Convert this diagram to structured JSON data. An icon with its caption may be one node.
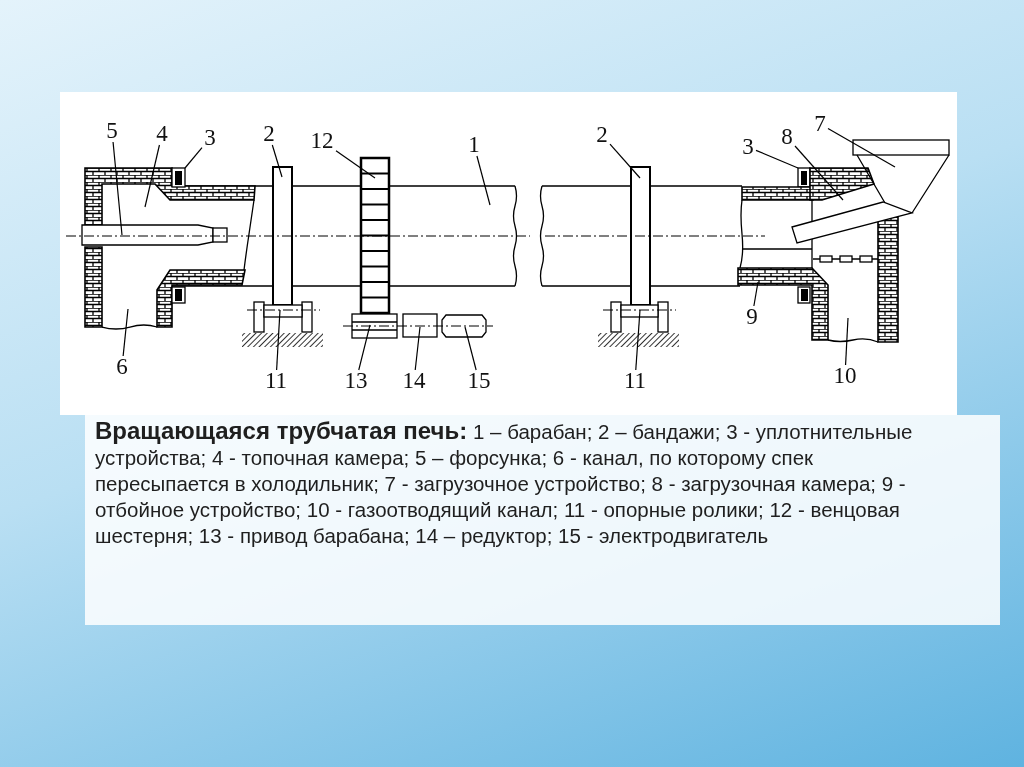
{
  "diagram": {
    "caption": "**Вращающаяся трубчатая печь:** 1 – барабан; 2 – бандажи; 3 - уплотнительные устройства; 4 - топочная камера; 5 – форсунка; 6 - канал, по которому спек пересыпается в холодильник; 7 - загрузочное устройство; 8 - загрузочная камера; 9 - отбойное устройство; 10 - газоотводящий канал; 11 - опорные ролики; 12 - венцовая шестерня; 13 - привод барабана; 14 – редуктор; 15 - электродвигатель",
    "nodes": [
      {
        "text": [
          "5"
        ]
      },
      {
        "text": [
          "4"
        ]
      },
      {
        "text": [
          "3"
        ]
      },
      {
        "text": [
          "2"
        ]
      },
      {
        "text": [
          "12"
        ]
      },
      {
        "text": [
          "1"
        ]
      },
      {
        "text": [
          "2"
        ]
      },
      {
        "text": [
          "3"
        ]
      },
      {
        "text": [
          "8"
        ]
      },
      {
        "text": [
          "7"
        ]
      },
      {
        "text": [
          "9"
        ]
      },
      {
        "text": [
          "6"
        ]
      },
      {
        "text": [
          "10"
        ]
      },
      {
        "text": [
          "11"
        ]
      },
      {
        "text": [
          "13"
        ]
      },
      {
        "text": [
          "14"
        ]
      },
      {
        "text": [
          "15"
        ]
      },
      {
        "text": [
          "11"
        ]
      },
      {
        "text": [],
        "shape": "box"
      },
      {
        "text": [],
        "shape": "box"
      }
    ],
    "edges": [
      {
        "from": 0,
        "to": null,
        "arrow": "none"
      },
      {
        "from": 1,
        "to": null,
        "arrow": "none"
      },
      {
        "from": 2,
        "to": 18,
        "arrow": "none"
      },
      {
        "from": 3,
        "to": null,
        "arrow": "none"
      },
      {
        "from": 4,
        "to": null,
        "arrow": "none"
      },
      {
        "from": 5,
        "to": null,
        "arrow": "none"
      },
      {
        "from": 6,
        "to": null,
        "arrow": "none"
      },
      {
        "from": 7,
        "to": 19,
        "arrow": "none"
      },
      {
        "from": 8,
        "to": null,
        "arrow": "none"
      },
      {
        "from": 9,
        "to": null,
        "arrow": "none"
      },
      {
        "from": 10,
        "to": null,
        "arrow": "none"
      },
      {
        "from": 11,
        "to": null,
        "arrow": "none"
      },
      {
        "from": 12,
        "to": null,
        "arrow": "none"
      },
      {
        "from": 13,
        "to": null,
        "arrow": "none"
      },
      {
        "from": 14,
        "to": null,
        "arrow": "none"
      },
      {
        "from": 15,
        "to": null,
        "arrow": "none"
      },
      {
        "from": 16,
        "to": null,
        "arrow": "none"
      },
      {
        "from": 17,
        "to": null,
        "arrow": "none"
      }
    ]
  }
}
